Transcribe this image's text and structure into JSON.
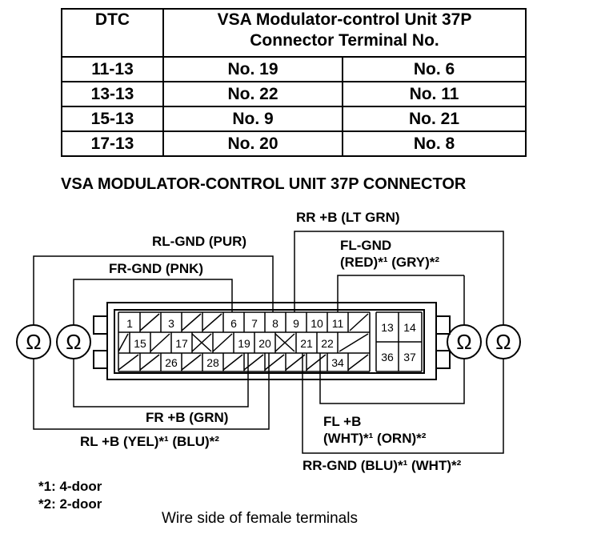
{
  "table": {
    "header_dtc": "DTC",
    "header_unit_line1": "VSA Modulator-control Unit 37P",
    "header_unit_line2": "Connector Terminal No.",
    "rows": [
      {
        "dtc": "11-13",
        "a": "No. 19",
        "b": "No. 6"
      },
      {
        "dtc": "13-13",
        "a": "No. 22",
        "b": "No. 11"
      },
      {
        "dtc": "15-13",
        "a": "No. 9",
        "b": "No. 21"
      },
      {
        "dtc": "17-13",
        "a": "No. 20",
        "b": "No. 8"
      }
    ]
  },
  "diagram": {
    "title": "VSA MODULATOR-CONTROL UNIT 37P CONNECTOR",
    "labels": {
      "rr_b": "RR +B (LT GRN)",
      "rl_gnd": "RL-GND (PUR)",
      "fl_gnd_line1": "FL-GND",
      "fl_gnd_line2": "(RED)*¹ (GRY)*²",
      "fr_gnd": "FR-GND (PNK)",
      "fr_b": "FR +B (GRN)",
      "rl_b": "RL +B (YEL)*¹ (BLU)*²",
      "fl_b_line1": "FL +B",
      "fl_b_line2": "(WHT)*¹ (ORN)*²",
      "rr_gnd": "RR-GND (BLU)*¹ (WHT)*²"
    },
    "ohm_symbol": "Ω",
    "terminals": {
      "row1": [
        "1",
        "3",
        "6",
        "7",
        "8",
        "9",
        "10",
        "11"
      ],
      "row2": [
        "15",
        "17",
        "19",
        "20",
        "21",
        "22"
      ],
      "row3": [
        "26",
        "28",
        "34"
      ],
      "right_block": [
        "13",
        "14",
        "36",
        "37"
      ]
    }
  },
  "notes": {
    "n1": "*1: 4-door",
    "n2": "*2: 2-door"
  },
  "caption": "Wire side of female terminals"
}
